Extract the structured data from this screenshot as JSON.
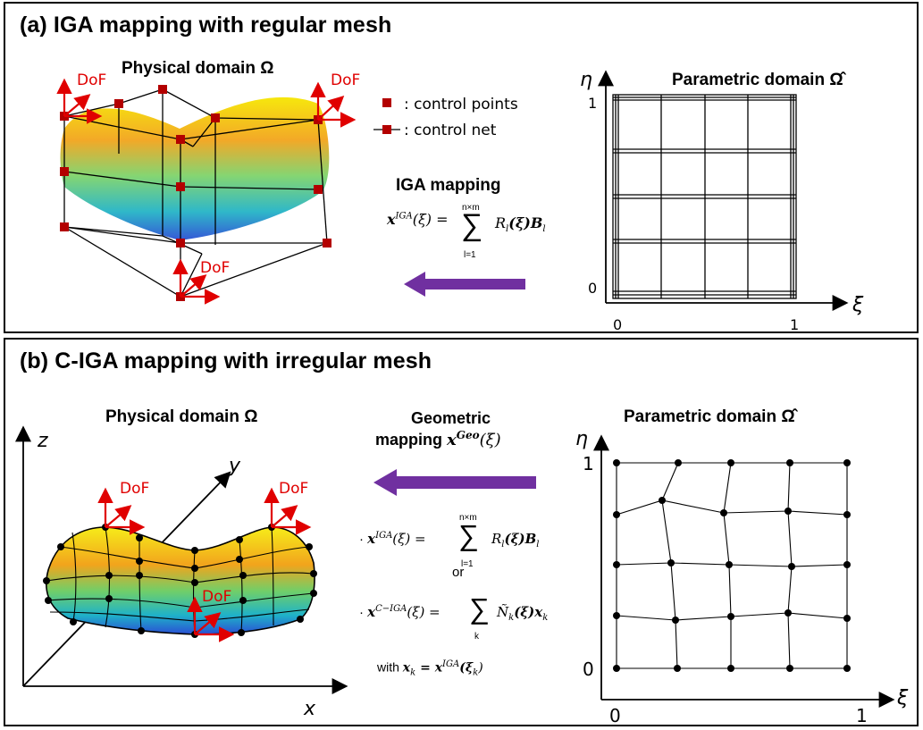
{
  "panel_a": {
    "title": "(a) IGA mapping with regular mesh",
    "physical_label": "Physical domain Ω",
    "parametric_label": "Parametric domain Ω̂",
    "legend": {
      "points": ": control points",
      "net": ": control net"
    },
    "mapping_title": "IGA mapping",
    "formula": {
      "lhs": "x",
      "lhs_sup": "IGA",
      "lhs_arg": "(ξ) =",
      "sum_top": "n×m",
      "sum_bottom": "l=1",
      "term": "R",
      "term_sub": "l",
      "term_arg": "(ξ)B",
      "term_sub2": "l"
    },
    "dof_label": "DoF",
    "axis": {
      "eta": "η",
      "xi": "ξ",
      "zero_x": "0",
      "one_x": "1",
      "zero_y": "0",
      "one_y": "1"
    }
  },
  "panel_b": {
    "title": "(b) C-IGA mapping with irregular mesh",
    "physical_label": "Physical domain Ω",
    "parametric_label": "Parametric domain Ω̂",
    "mapping_title_1": "Geometric",
    "mapping_title_2": "mapping",
    "mapping_x": "x",
    "mapping_sup": "Geo",
    "mapping_arg": "(ξ)",
    "formula1": {
      "bullet": "·",
      "lhs": "x",
      "sup": "IGA",
      "arg": "(ξ) =",
      "sum_top": "n×m",
      "sum_bottom": "l=1",
      "term": "R",
      "sub": "l",
      "arg2": "(ξ)B",
      "sub2": "l"
    },
    "or": "or",
    "formula2": {
      "bullet": "·",
      "lhs": "x",
      "sup": "C−IGA",
      "arg": "(ξ) =",
      "sum_bottom": "k",
      "term": "Ñ",
      "sub": "k",
      "arg2": "(ξ)x",
      "sub2": "k"
    },
    "with": {
      "prefix": "with",
      "x": "x",
      "sub": "k",
      "eq": " = x",
      "sup": "IGA",
      "arg": "(ξ",
      "argsub": "k",
      "close": ")"
    },
    "dof_label": "DoF",
    "axis3d": {
      "x": "x",
      "y": "y",
      "z": "z"
    },
    "axis": {
      "eta": "η",
      "xi": "ξ",
      "zero_x": "0",
      "one_x": "1",
      "zero_y": "0",
      "one_y": "1"
    }
  },
  "colors": {
    "control_point": "#b30000",
    "dof": "#e00000",
    "arrow": "#7030a0"
  }
}
